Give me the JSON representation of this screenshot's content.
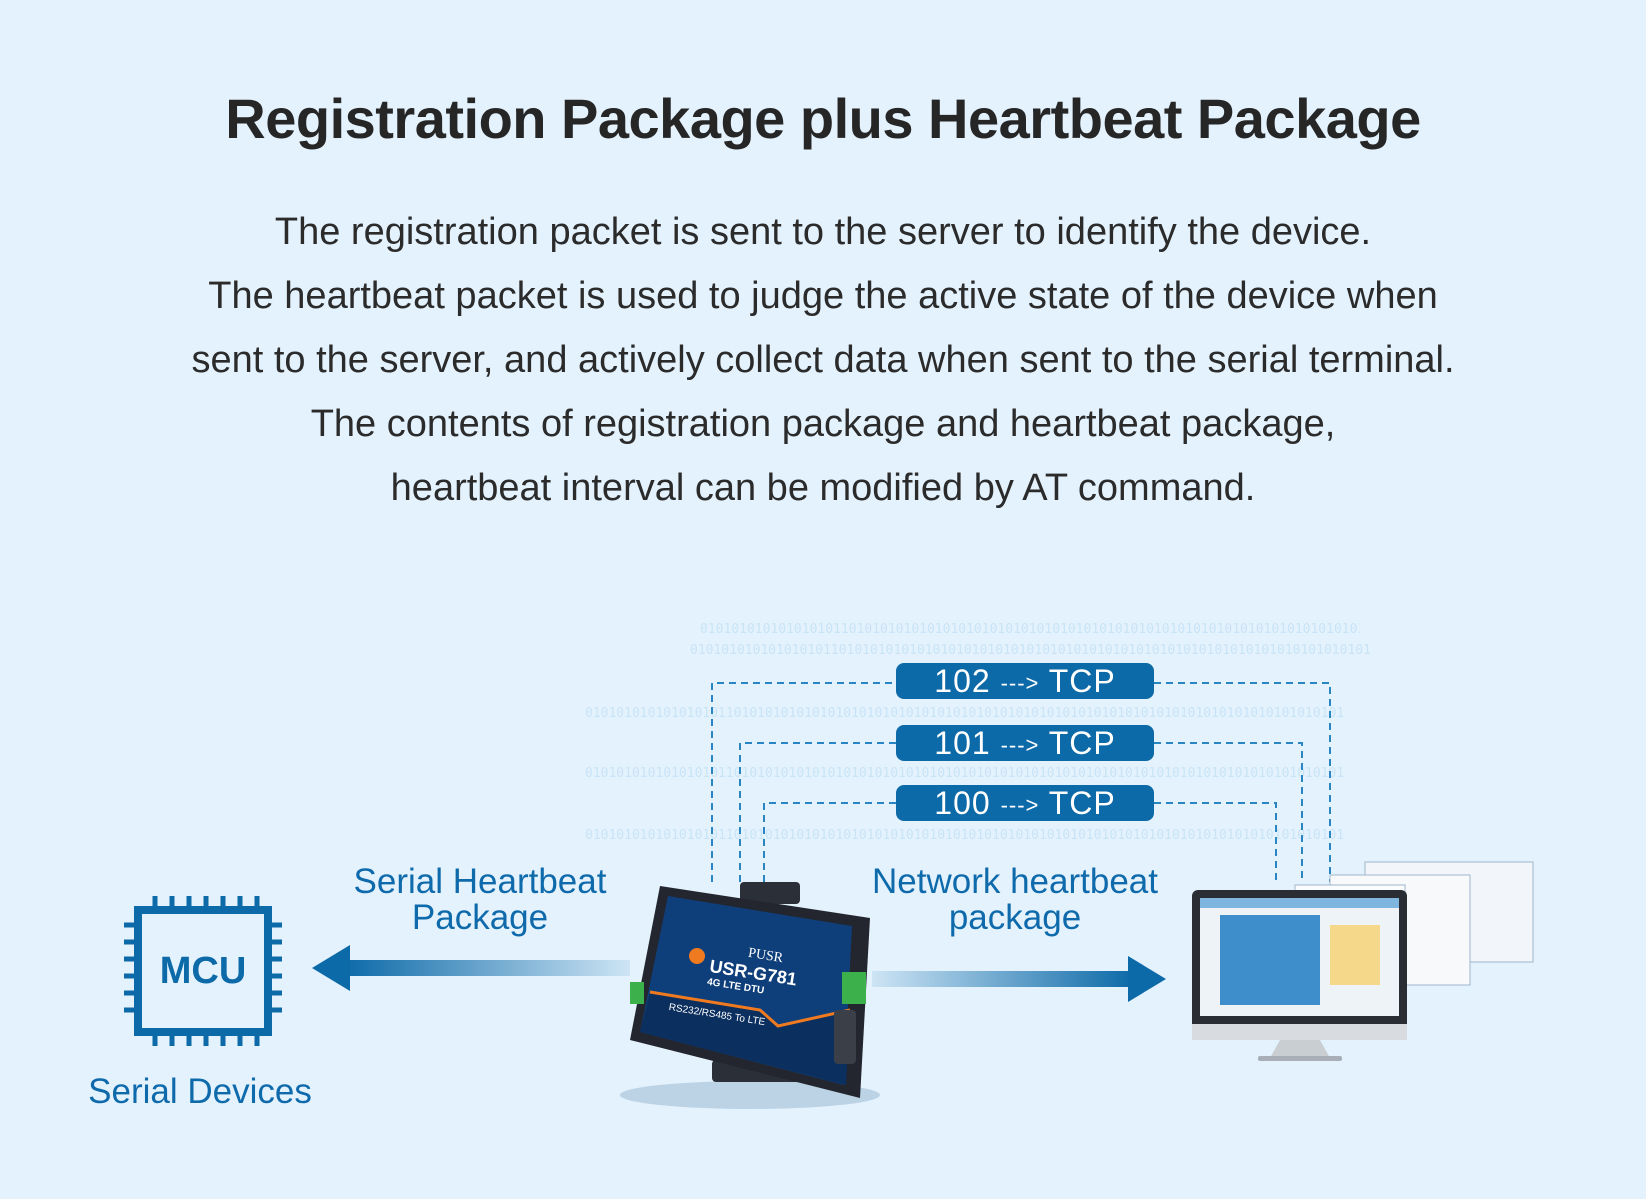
{
  "title": "Registration Package plus Heartbeat Package",
  "description": [
    "The registration packet is sent to the server to identify the device.",
    "The heartbeat packet is used to judge the active state of the device when",
    "sent to the server, and actively collect data when sent to the serial terminal.",
    "The contents of registration package and heartbeat package,",
    "heartbeat interval can be modified by AT command."
  ],
  "badges": [
    {
      "num": "102",
      "arrow": "--->",
      "proto": "TCP"
    },
    {
      "num": "101",
      "arrow": "--->",
      "proto": "TCP"
    },
    {
      "num": "100",
      "arrow": "--->",
      "proto": "TCP"
    }
  ],
  "mcu": {
    "chip_label": "MCU",
    "caption": "Serial Devices"
  },
  "serial_label": [
    "Serial Heartbeat",
    "Package"
  ],
  "network_label": [
    "Network heartbeat",
    "package"
  ],
  "device": {
    "brand": "PUSR",
    "model": "USR-G781",
    "subtitle": "4G LTE DTU",
    "tagline": "RS232/RS485 To LTE"
  },
  "binary_text": "0101010101010101011010101010101010101010101010101010101010101010101010101010101010101010101010101",
  "colors": {
    "accent": "#0d6aa8",
    "background": "#e3f2fd",
    "title": "#262626"
  }
}
